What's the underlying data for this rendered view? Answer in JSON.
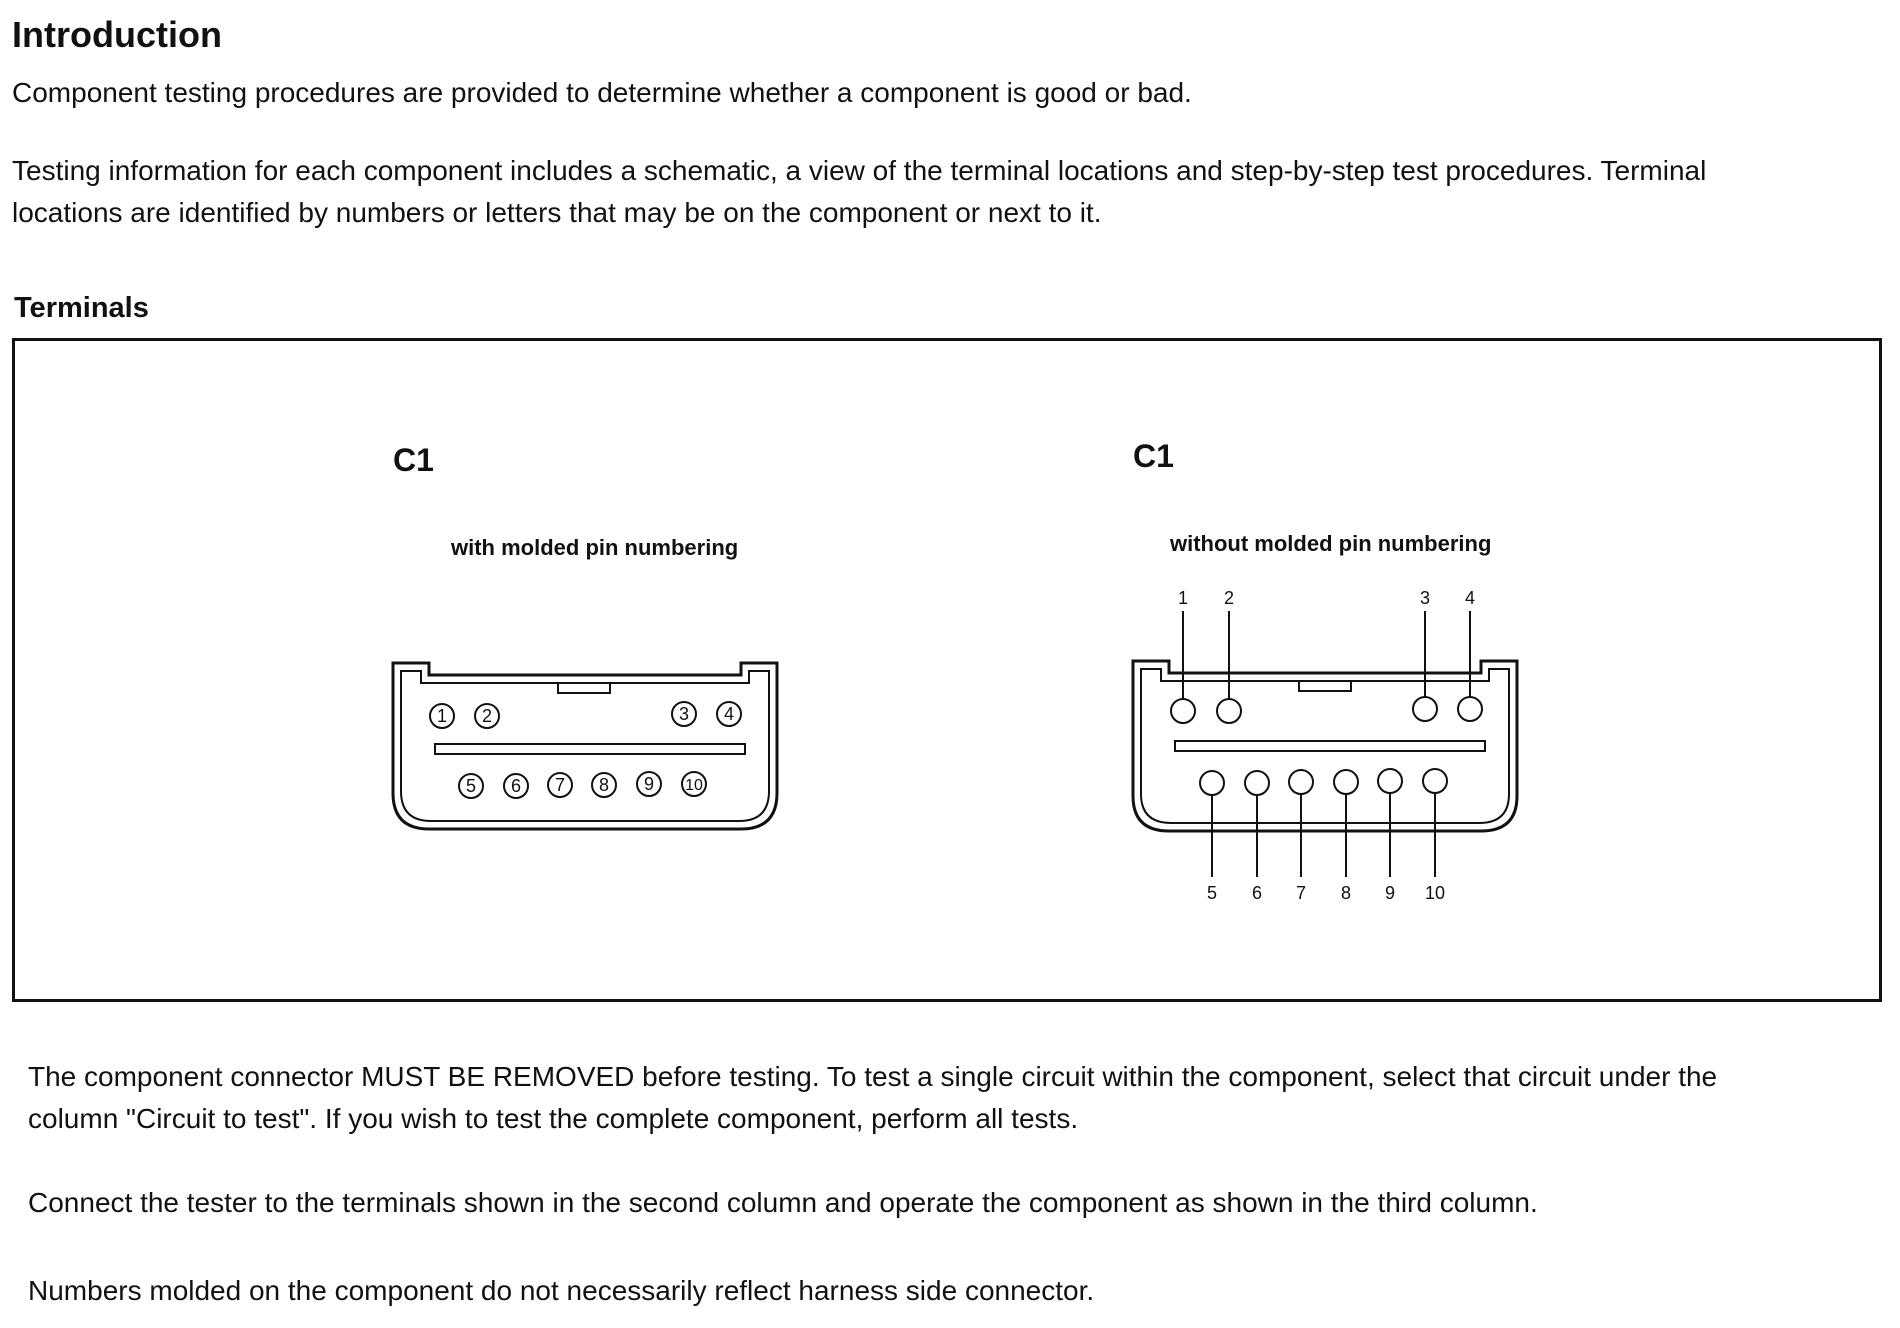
{
  "intro": {
    "heading": "Introduction",
    "paragraph1": "Component testing procedures are provided to determine whether a component is good or bad.",
    "paragraph2_line1": "Testing information for each component includes a schematic, a view of the terminal locations and step-by-step test procedures.   Terminal",
    "paragraph2_line2": "locations are identified by numbers or letters that may be on the component or next to it."
  },
  "terminals": {
    "heading": "Terminals",
    "left_connector": {
      "title": "C1",
      "subtitle": "with molded pin numbering",
      "top_pins": [
        "1",
        "2",
        "3",
        "4"
      ],
      "bottom_pins": [
        "5",
        "6",
        "7",
        "8",
        "9",
        "10"
      ]
    },
    "right_connector": {
      "title": "C1",
      "subtitle": "without molded pin numbering",
      "top_pins": [
        "1",
        "2",
        "3",
        "4"
      ],
      "bottom_pins": [
        "5",
        "6",
        "7",
        "8",
        "9",
        "10"
      ]
    }
  },
  "instructions": {
    "paragraph1_line1": "The component connector MUST BE REMOVED before testing. To test a single circuit within the component, select that circuit under the",
    "paragraph1_line2": "column \"Circuit to test\". If you wish to test the complete component, perform all tests.",
    "paragraph2": "Connect the tester to the terminals shown in the second column and operate the component as shown in the third column.",
    "paragraph3": "Numbers molded on the component do not necessarily reflect harness side connector."
  }
}
